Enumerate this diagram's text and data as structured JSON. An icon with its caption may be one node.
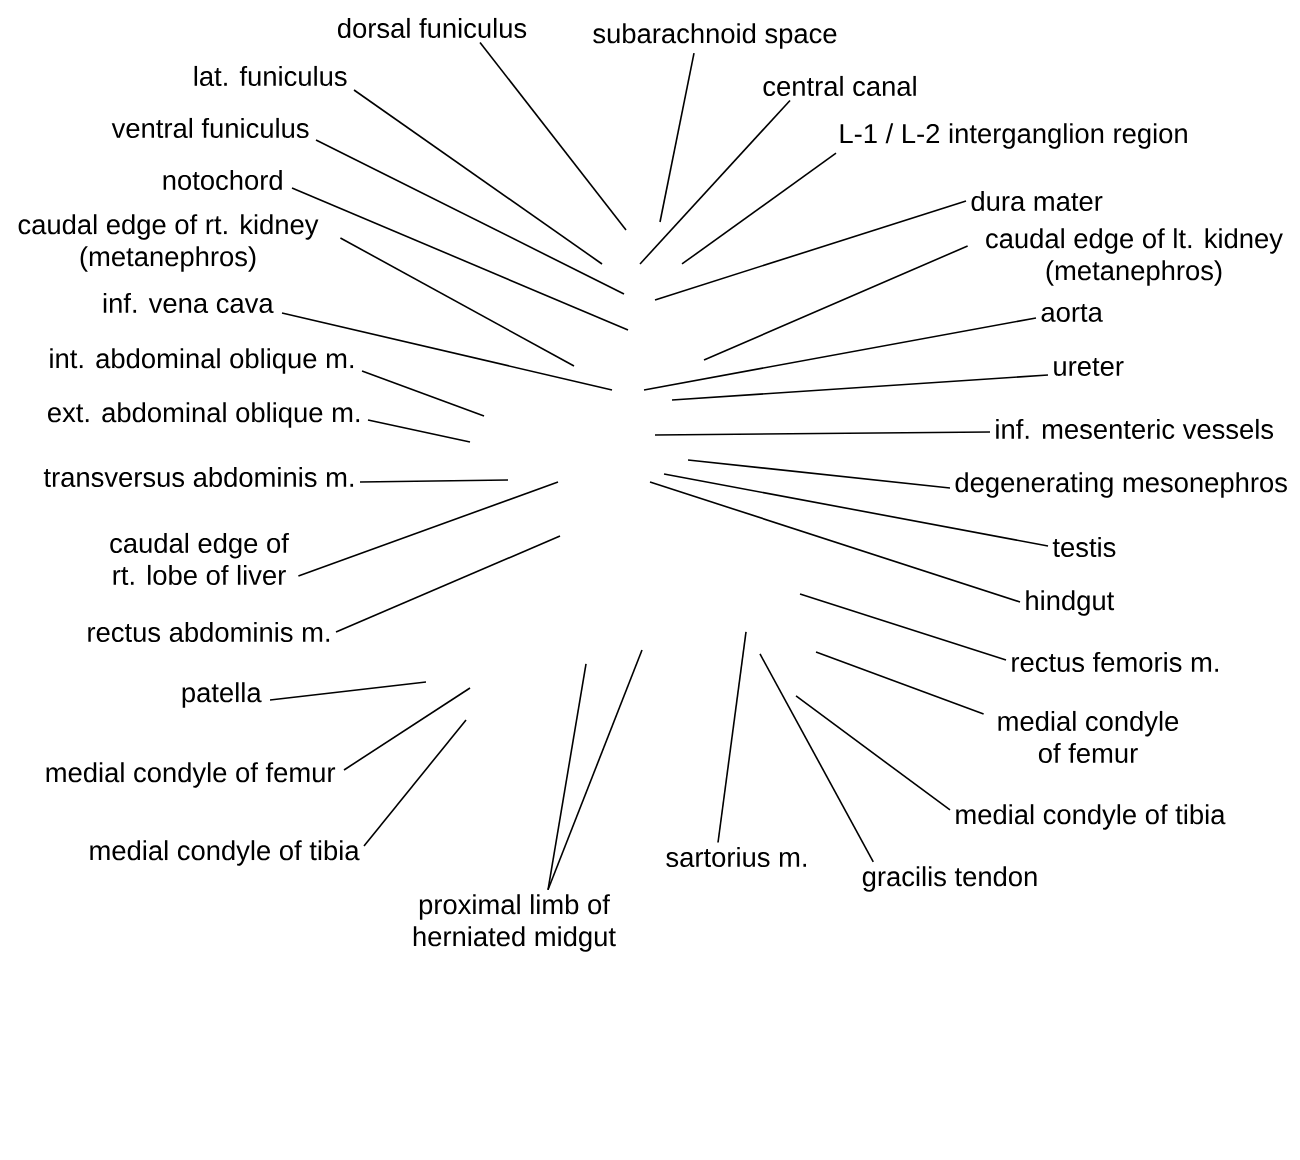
{
  "diagram": {
    "nodes": [
      {
        "text": [
          "dorsal funiculus"
        ]
      },
      {
        "text": [
          "subarachnoid space"
        ]
      },
      {
        "text": [
          "lat. funiculus"
        ]
      },
      {
        "text": [
          "central canal"
        ]
      },
      {
        "text": [
          "ventral funiculus"
        ]
      },
      {
        "text": [
          "L-1 / L-2 interganglion region"
        ]
      },
      {
        "text": [
          "notochord"
        ]
      },
      {
        "text": [
          "dura mater"
        ]
      },
      {
        "text": [
          "caudal edge of rt. kidney (metanephros)"
        ]
      },
      {
        "text": [
          "caudal edge of lt. kidney (metanephros)"
        ]
      },
      {
        "text": [
          "inf. vena cava"
        ]
      },
      {
        "text": [
          "aorta"
        ]
      },
      {
        "text": [
          "int. abdominal oblique m."
        ]
      },
      {
        "text": [
          "ureter"
        ]
      },
      {
        "text": [
          "ext. abdominal oblique m."
        ]
      },
      {
        "text": [
          "inf. mesenteric vessels"
        ]
      },
      {
        "text": [
          "transversus abdominis m."
        ]
      },
      {
        "text": [
          "degenerating mesonephros"
        ]
      },
      {
        "text": [
          "testis"
        ]
      },
      {
        "text": [
          "caudal edge of rt. lobe of liver"
        ]
      },
      {
        "text": [
          "hindgut"
        ]
      },
      {
        "text": [
          "rectus abdominis m."
        ]
      },
      {
        "text": [
          "rectus femoris m."
        ]
      },
      {
        "text": [
          "patella"
        ]
      },
      {
        "text": [
          "medial condyle of femur"
        ]
      },
      {
        "text": [
          "medial condyle of femur"
        ]
      },
      {
        "text": [
          "medial condyle of tibia"
        ]
      },
      {
        "text": [
          "sartorius m."
        ]
      },
      {
        "text": [
          "medial condyle of tibia"
        ]
      },
      {
        "text": [
          "gracilis tendon"
        ]
      },
      {
        "text": [
          "proximal limb of herniated midgut"
        ]
      }
    ],
    "edges": [
      {
        "from": 0,
        "to": null,
        "arrow": "none"
      },
      {
        "from": 1,
        "to": null,
        "arrow": "none"
      },
      {
        "from": 2,
        "to": null,
        "arrow": "none"
      },
      {
        "from": 3,
        "to": null,
        "arrow": "none"
      },
      {
        "from": 4,
        "to": null,
        "arrow": "none"
      },
      {
        "from": 5,
        "to": null,
        "arrow": "none"
      },
      {
        "from": 6,
        "to": null,
        "arrow": "none"
      },
      {
        "from": 7,
        "to": null,
        "arrow": "none"
      },
      {
        "from": 8,
        "to": null,
        "arrow": "none"
      },
      {
        "from": 9,
        "to": null,
        "arrow": "none"
      },
      {
        "from": 10,
        "to": null,
        "arrow": "none"
      },
      {
        "from": 11,
        "to": null,
        "arrow": "none"
      },
      {
        "from": 12,
        "to": null,
        "arrow": "none"
      },
      {
        "from": 13,
        "to": null,
        "arrow": "none"
      },
      {
        "from": 14,
        "to": null,
        "arrow": "none"
      },
      {
        "from": 15,
        "to": null,
        "arrow": "none"
      },
      {
        "from": 16,
        "to": null,
        "arrow": "none"
      },
      {
        "from": 17,
        "to": null,
        "arrow": "none"
      },
      {
        "from": 18,
        "to": null,
        "arrow": "none"
      },
      {
        "from": 19,
        "to": null,
        "arrow": "none"
      },
      {
        "from": 20,
        "to": null,
        "arrow": "none"
      },
      {
        "from": 21,
        "to": null,
        "arrow": "none"
      },
      {
        "from": 22,
        "to": null,
        "arrow": "none"
      },
      {
        "from": 23,
        "to": null,
        "arrow": "none"
      },
      {
        "from": 24,
        "to": null,
        "arrow": "none"
      },
      {
        "from": 25,
        "to": null,
        "arrow": "none"
      },
      {
        "from": 26,
        "to": null,
        "arrow": "none"
      },
      {
        "from": 27,
        "to": null,
        "arrow": "none"
      },
      {
        "from": 28,
        "to": null,
        "arrow": "none"
      },
      {
        "from": 29,
        "to": null,
        "arrow": "none"
      },
      {
        "from": 30,
        "to": null,
        "arrow": "none"
      },
      {
        "from": 30,
        "to": null,
        "arrow": "none"
      }
    ]
  }
}
